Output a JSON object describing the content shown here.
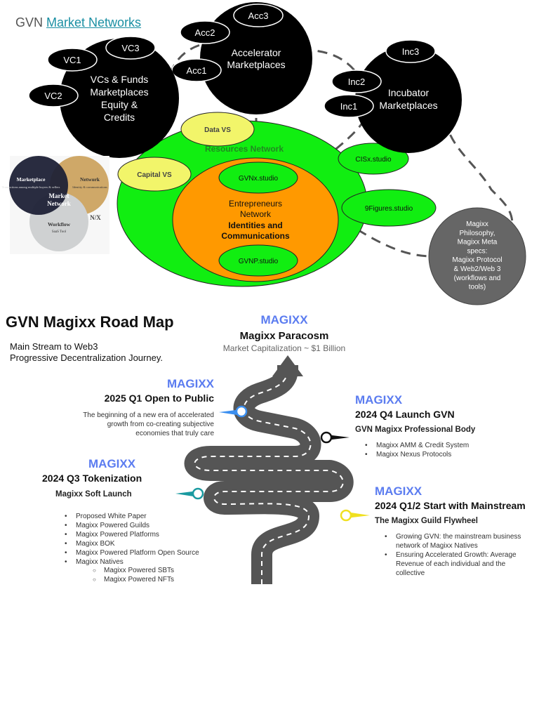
{
  "network": {
    "title_prefix": "GVN",
    "title_link": "Market Networks",
    "accelerator": {
      "label": "Accelerator\nMarketplaces",
      "subs": [
        "Acc3",
        "Acc2",
        "Acc1"
      ]
    },
    "vcs": {
      "label": "VCs & Funds\nMarketplaces\nEquity &\nCredits",
      "subs": [
        "VC1",
        "VC3",
        "VC2"
      ]
    },
    "incubator": {
      "label": "Incubator\nMarketplaces",
      "subs": [
        "Inc3",
        "Inc2",
        "Inc1"
      ]
    },
    "resources_label": "Resources Network",
    "data_vs": "Data VS",
    "capital_vs": "Capital VS",
    "cisx": "CISx.studio",
    "ninefigures": "9Figures.studio",
    "gvnx": "GVNx.studio",
    "gvnp": "GVNP.studio",
    "entrepreneurs": {
      "line1": "Entrepreneurs",
      "line2": "Network",
      "bold1": "Identities and",
      "bold2": "Communications"
    },
    "magixx_circle": "Magixx\nPhilosophy,\nMagixx Meta\nspecs:\nMagixx Protocol\n& Web2/Web 3\n(workflows and\ntools)",
    "colors": {
      "black": "#000000",
      "green": "#11ee11",
      "orange": "#ff9900",
      "yellow": "#f2f56a",
      "gray": "#666666",
      "dash": "#555555"
    }
  },
  "venn": {
    "marketplace": "Marketplace",
    "marketplace_desc": "Transactions among multiple buyers & sellers",
    "network": "Network",
    "network_desc": "Identity & communications",
    "center": "Market\nNetwork",
    "workflow": "Workflow",
    "workflow_desc": "SaaS Tool",
    "logo": "N/X"
  },
  "roadmap": {
    "title": "GVN Magixx Road Map",
    "subtitle_line1": "Main Stream to Web3",
    "subtitle_line2": "Progressive Decentralization Journey.",
    "top": {
      "brand": "MAGIXX",
      "title": "Magixx Paracosm",
      "sub": "Market Capitalization ~ $1 Billion"
    },
    "q1_2025": {
      "brand": "MAGIXX",
      "title": "2025 Q1 Open to Public",
      "desc": "The beginning of a new era of accelerated\ngrowth from co-creating subjective\neconomies that truly care"
    },
    "q4_2024": {
      "brand": "MAGIXX",
      "title": "2024 Q4 Launch GVN",
      "sub": "GVN Magixx Professional Body",
      "items": [
        "Magixx AMM & Credit System",
        "Magixx Nexus Protocols"
      ]
    },
    "q3_2024": {
      "brand": "MAGIXX",
      "title": "2024 Q3 Tokenization",
      "sub": "Magixx Soft Launch",
      "items": [
        "Proposed White Paper",
        "Magixx Powered Guilds",
        "Magixx Powered Platforms",
        "Magixx BOK",
        "Magixx Powered Platform Open Source",
        "Magixx Natives"
      ],
      "subitems": [
        "Magixx Powered SBTs",
        "Magixx Powered NFTs"
      ]
    },
    "q12_2024": {
      "brand": "MAGIXX",
      "title": "2024 Q1/2 Start with Mainstream",
      "sub": "The Magixx Guild Flywheel",
      "items": [
        "Growing GVN: the mainstream business network of Magixx Natives",
        "Ensuring Accelerated Growth: Average Revenue of each individual and the collective"
      ]
    },
    "colors": {
      "road": "#555555",
      "brand": "#5b7cf0",
      "pin_blue": "#3b8ff0",
      "pin_black": "#111111",
      "pin_teal": "#1a9aa0",
      "pin_yellow": "#f0e020"
    }
  }
}
